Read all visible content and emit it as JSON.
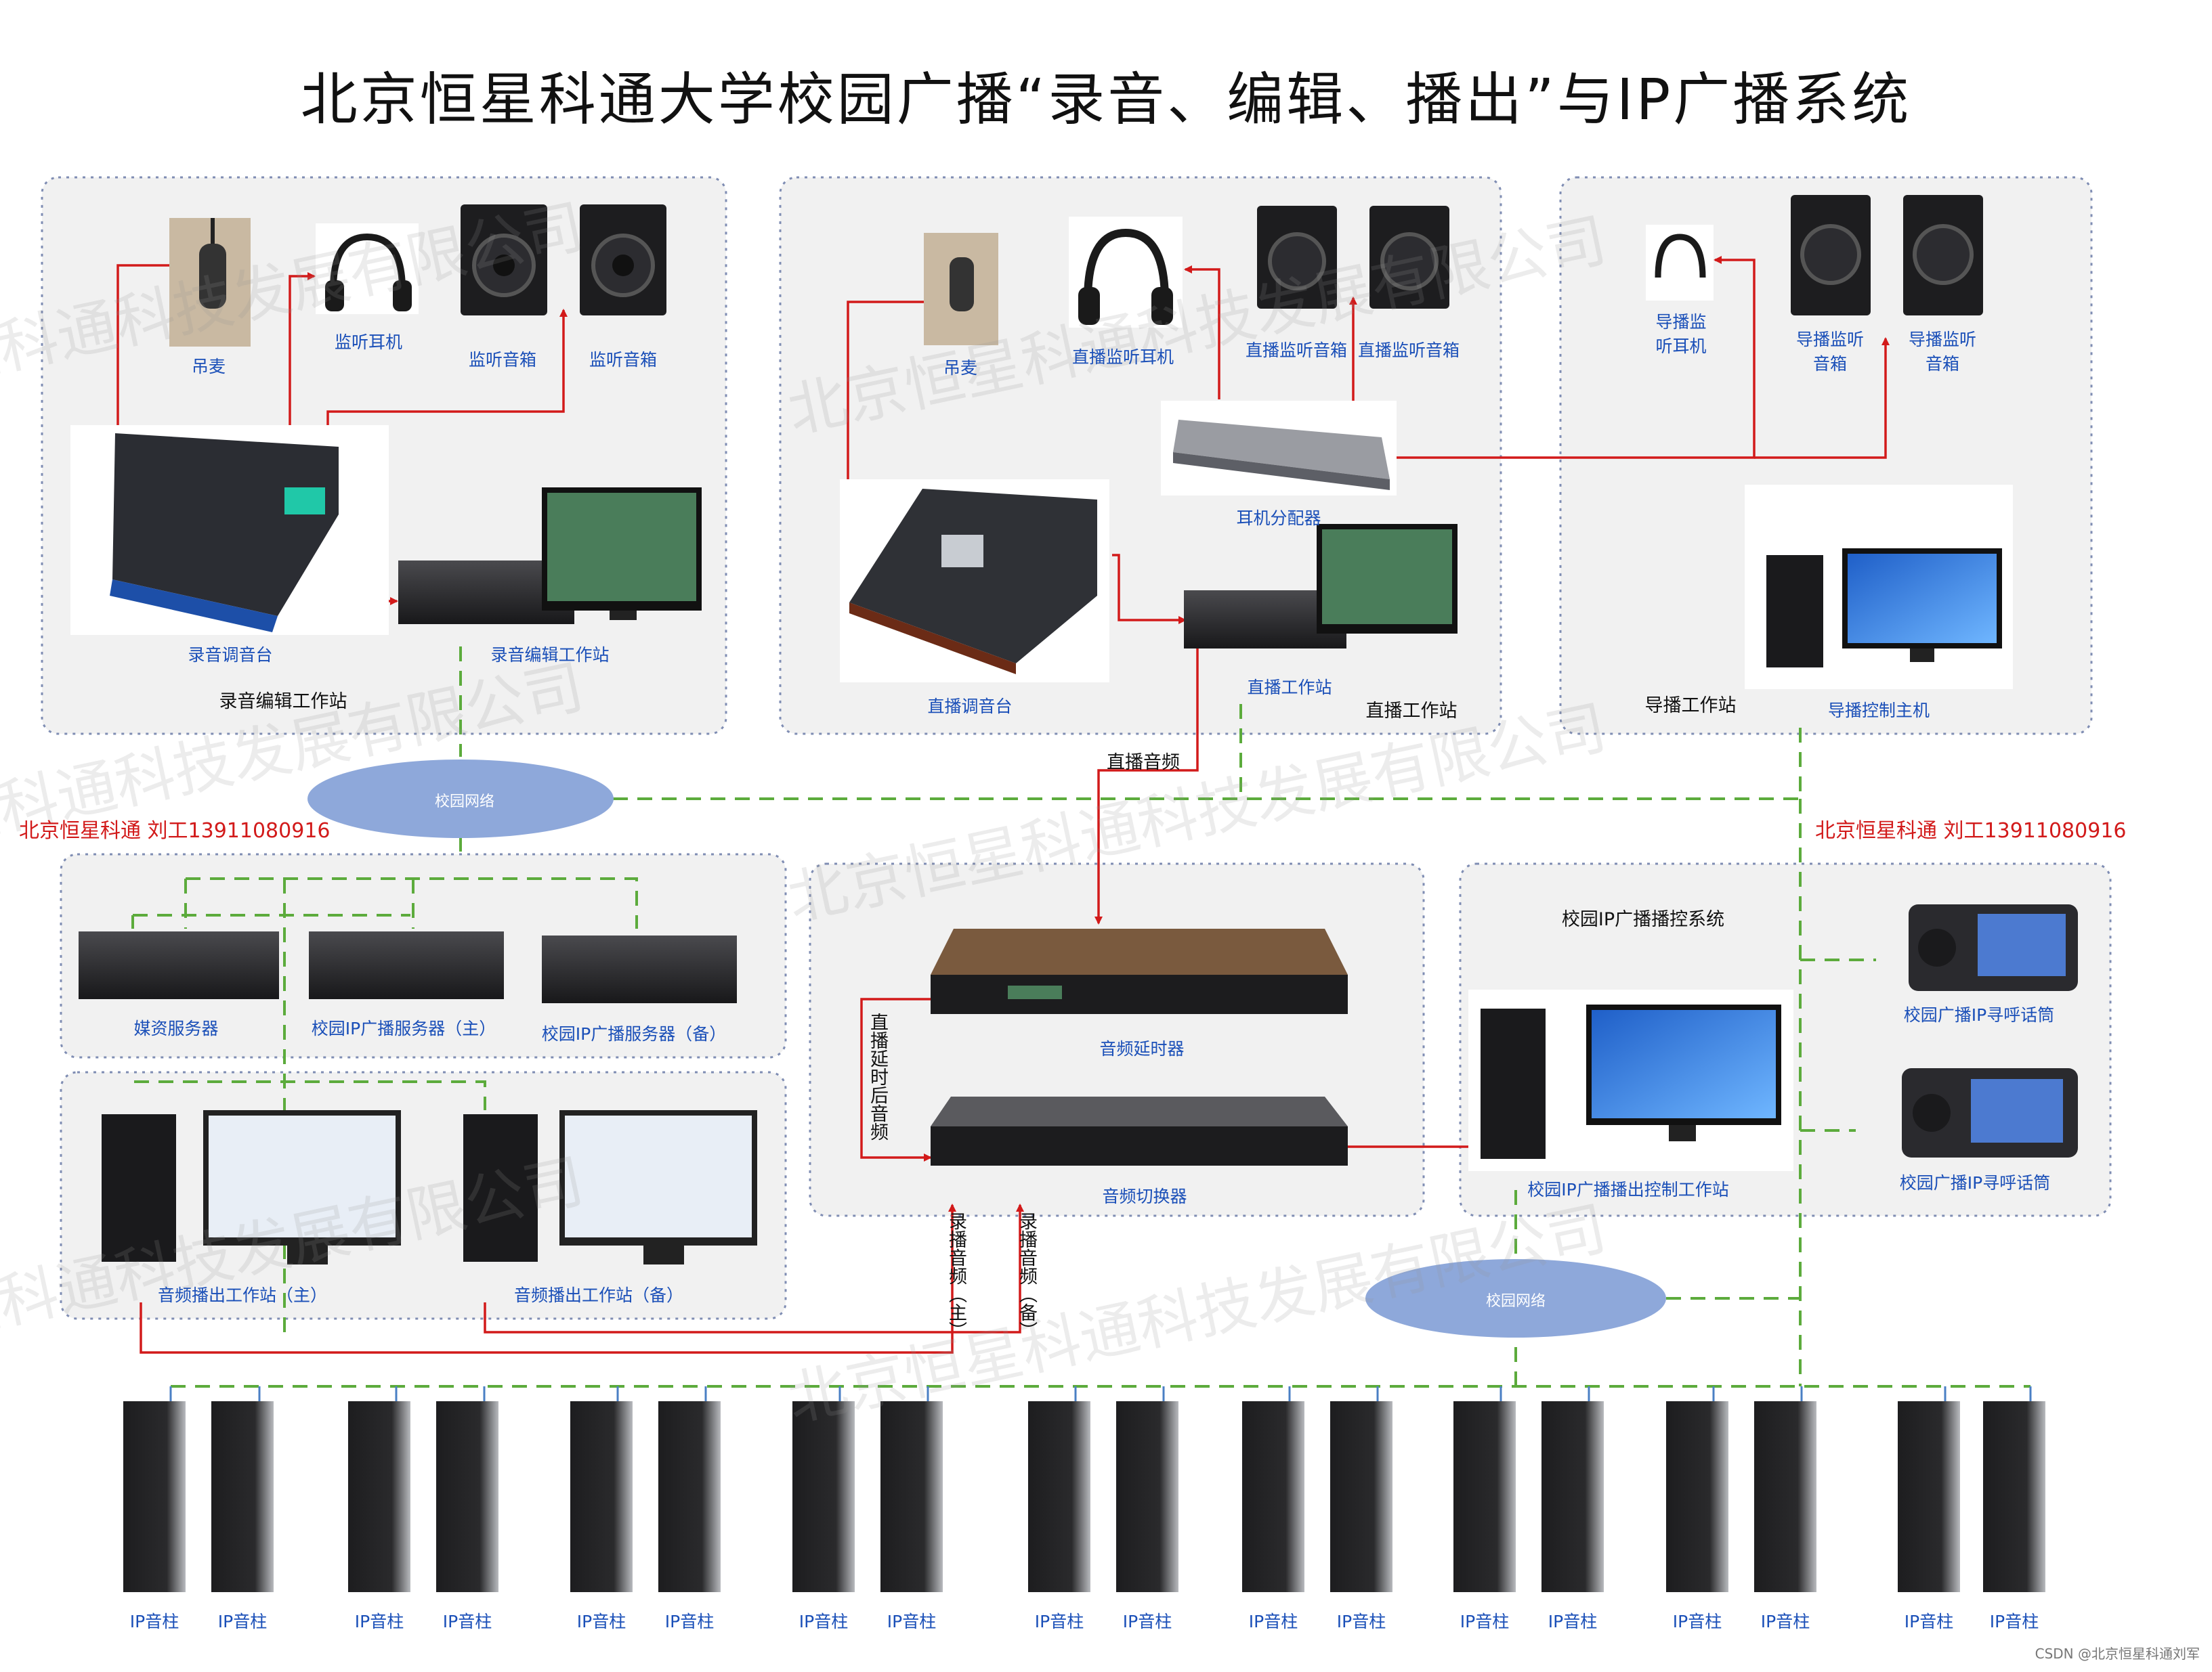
{
  "title": "北京恒星科通大学校园广播“录音、编辑、播出”与IP广播系统",
  "sections": {
    "recording": "录音编辑工作站",
    "live": "直播工作站",
    "director": "导播工作站",
    "campus_ip": "校园IP广播播控系统"
  },
  "devices": {
    "boom_mic_1": "吊麦",
    "monitor_headphone": "监听耳机",
    "monitor_speaker_1": "监听音箱",
    "monitor_speaker_2": "监听音箱",
    "recording_mixer": "录音调音台",
    "recording_workstation": "录音编辑工作站",
    "boom_mic_2": "吊麦",
    "live_headphone": "直播监听耳机",
    "live_speaker_1": "直播监听音箱",
    "live_speaker_2": "直播监听音箱",
    "headphone_distributor": "耳机分配器",
    "live_mixer": "直播调音台",
    "live_workstation": "直播工作站",
    "director_headphone": "导播监听耳机",
    "director_speaker_1": "导播监听音箱",
    "director_speaker_2": "导播监听音箱",
    "director_host": "导播控制主机",
    "media_server": "媒资服务器",
    "ip_server_main": "校园IP广播服务器（主）",
    "ip_server_backup": "校园IP广播服务器（备）",
    "playout_main": "音频播出工作站（主）",
    "playout_backup": "音频播出工作站（备）",
    "audio_delay": "音频延时器",
    "audio_switcher": "音频切换器",
    "ip_control_ws": "校园IP广播播出控制工作站",
    "paging_mic_1": "校园广播IP寻呼话筒",
    "paging_mic_2": "校园广播IP寻呼话筒"
  },
  "networks": {
    "net1": "校园网络",
    "net2": "校园网络"
  },
  "signals": {
    "live_audio": "直播音频",
    "delayed_audio": "直播延时后音频",
    "rec_main": "录播音频（主）",
    "rec_backup": "录播音频（备）"
  },
  "contacts": {
    "left": "北京恒星科通  刘工13911080916",
    "right": "北京恒星科通  刘工13911080916"
  },
  "watermark": "北京恒星科通科技发展有限公司",
  "csdn": "CSDN @北京恒星科通刘军",
  "speakers": [
    "IP音柱",
    "IP音柱",
    "IP音柱",
    "IP音柱",
    "IP音柱",
    "IP音柱",
    "IP音柱",
    "IP音柱",
    "IP音柱",
    "IP音柱",
    "IP音柱",
    "IP音柱",
    "IP音柱",
    "IP音柱",
    "IP音柱",
    "IP音柱",
    "IP音柱",
    "IP音柱"
  ],
  "colors": {
    "network_line": "#5cab3c",
    "signal_line": "#d21a1a",
    "label_blue": "#1a4fb8",
    "cloud": "#8ea8da"
  }
}
